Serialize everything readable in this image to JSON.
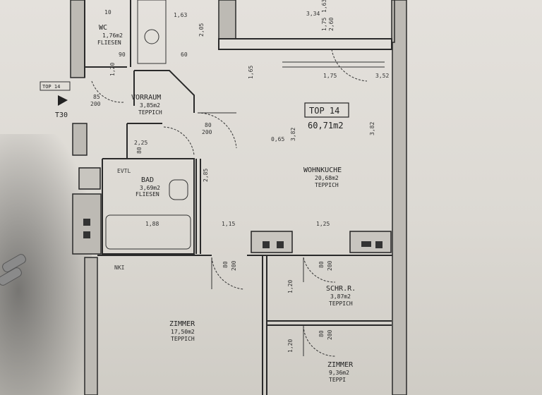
{
  "plan": {
    "unit_title": "TOP 14",
    "unit_area": "60,71m2",
    "entrance_code": "TOP 14",
    "entrance_mark": "T30",
    "rooms": {
      "wc": {
        "name": "WC",
        "area": "1,76m2",
        "floor": "FLIESEN"
      },
      "vorraum": {
        "name": "VORRAUM",
        "area": "3,85m2",
        "floor": "TEPPICH"
      },
      "bad": {
        "name": "BAD",
        "area": "3,69m2",
        "floor": "FLIESEN"
      },
      "wohnkuche": {
        "name": "WOHNKUCHE",
        "area": "20,68m2",
        "floor": "TEPPICH"
      },
      "zimmer1": {
        "name": "ZIMMER",
        "area": "17,50m2",
        "floor": "TEPPICH"
      },
      "schrank": {
        "name": "SCHR.R.",
        "area": "3,87m2",
        "floor": "TEPPICH"
      },
      "zimmer2": {
        "name": "ZIMMER",
        "area": "9,36m2",
        "floor": "TEPPI"
      }
    },
    "dims": {
      "d1": "1,63",
      "d2": "2,05",
      "d3": "60",
      "d4": "3,34",
      "d5": "1,75",
      "d6": "1,63",
      "d7": "2,60",
      "d8": "1,75",
      "d9": "3,52",
      "d10": "80",
      "d11": "200",
      "d12": "85",
      "d13": "200",
      "d14": "2,25",
      "d15": "3,82",
      "d16": "3,82",
      "d17": "1,88",
      "d18": "1,15",
      "d19": "1,25",
      "d20": "80",
      "d21": "200",
      "d22": "80",
      "d23": "200",
      "d24": "1,20",
      "d25": "80",
      "d26": "200",
      "d27": "1,20",
      "d28": "90",
      "d29": "2,85",
      "d30": "80",
      "d31": "1,65",
      "d32": "EVTL",
      "d33": "NKI",
      "d34": "10",
      "d35": "1,20",
      "d36": "0,65"
    }
  }
}
